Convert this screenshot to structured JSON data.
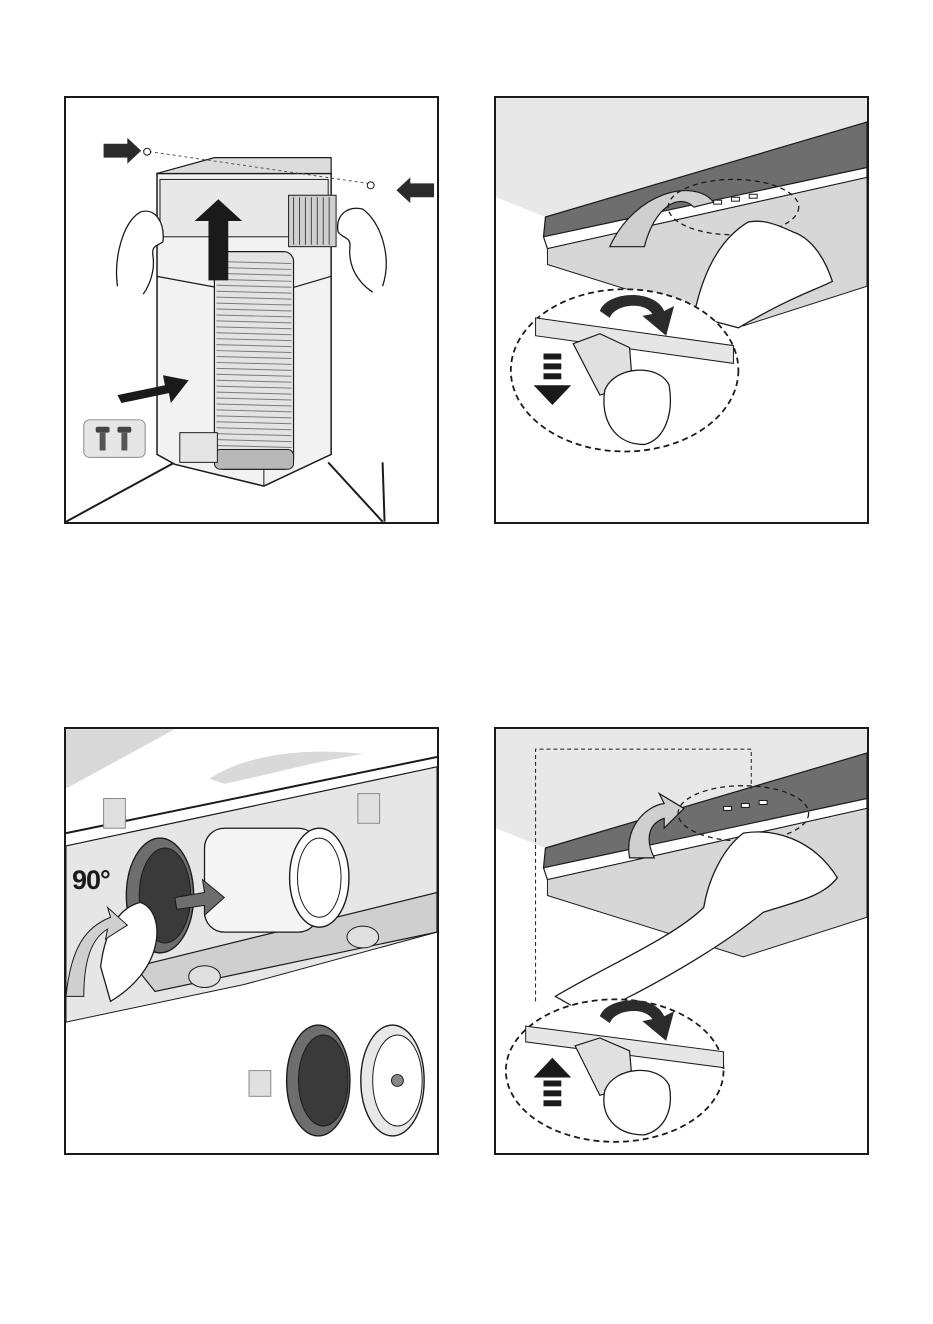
{
  "figures": [
    {
      "id": "step-1",
      "label": ""
    },
    {
      "id": "step-2",
      "label": ""
    },
    {
      "id": "step-3",
      "label": "90°"
    },
    {
      "id": "step-4",
      "label": ""
    }
  ],
  "colors": {
    "line": "#1a1a1a",
    "fill_light": "#e6e6e6",
    "fill_mid": "#bdbdbd",
    "fill_dark": "#6e6e6e",
    "arrow": "#2b2b2b"
  },
  "icons": [
    "screw-icon",
    "duct-icon",
    "hand-icon",
    "rotate-arrow-icon",
    "down-arrow-icon",
    "up-arrow-icon",
    "carbon-filter-icon"
  ]
}
